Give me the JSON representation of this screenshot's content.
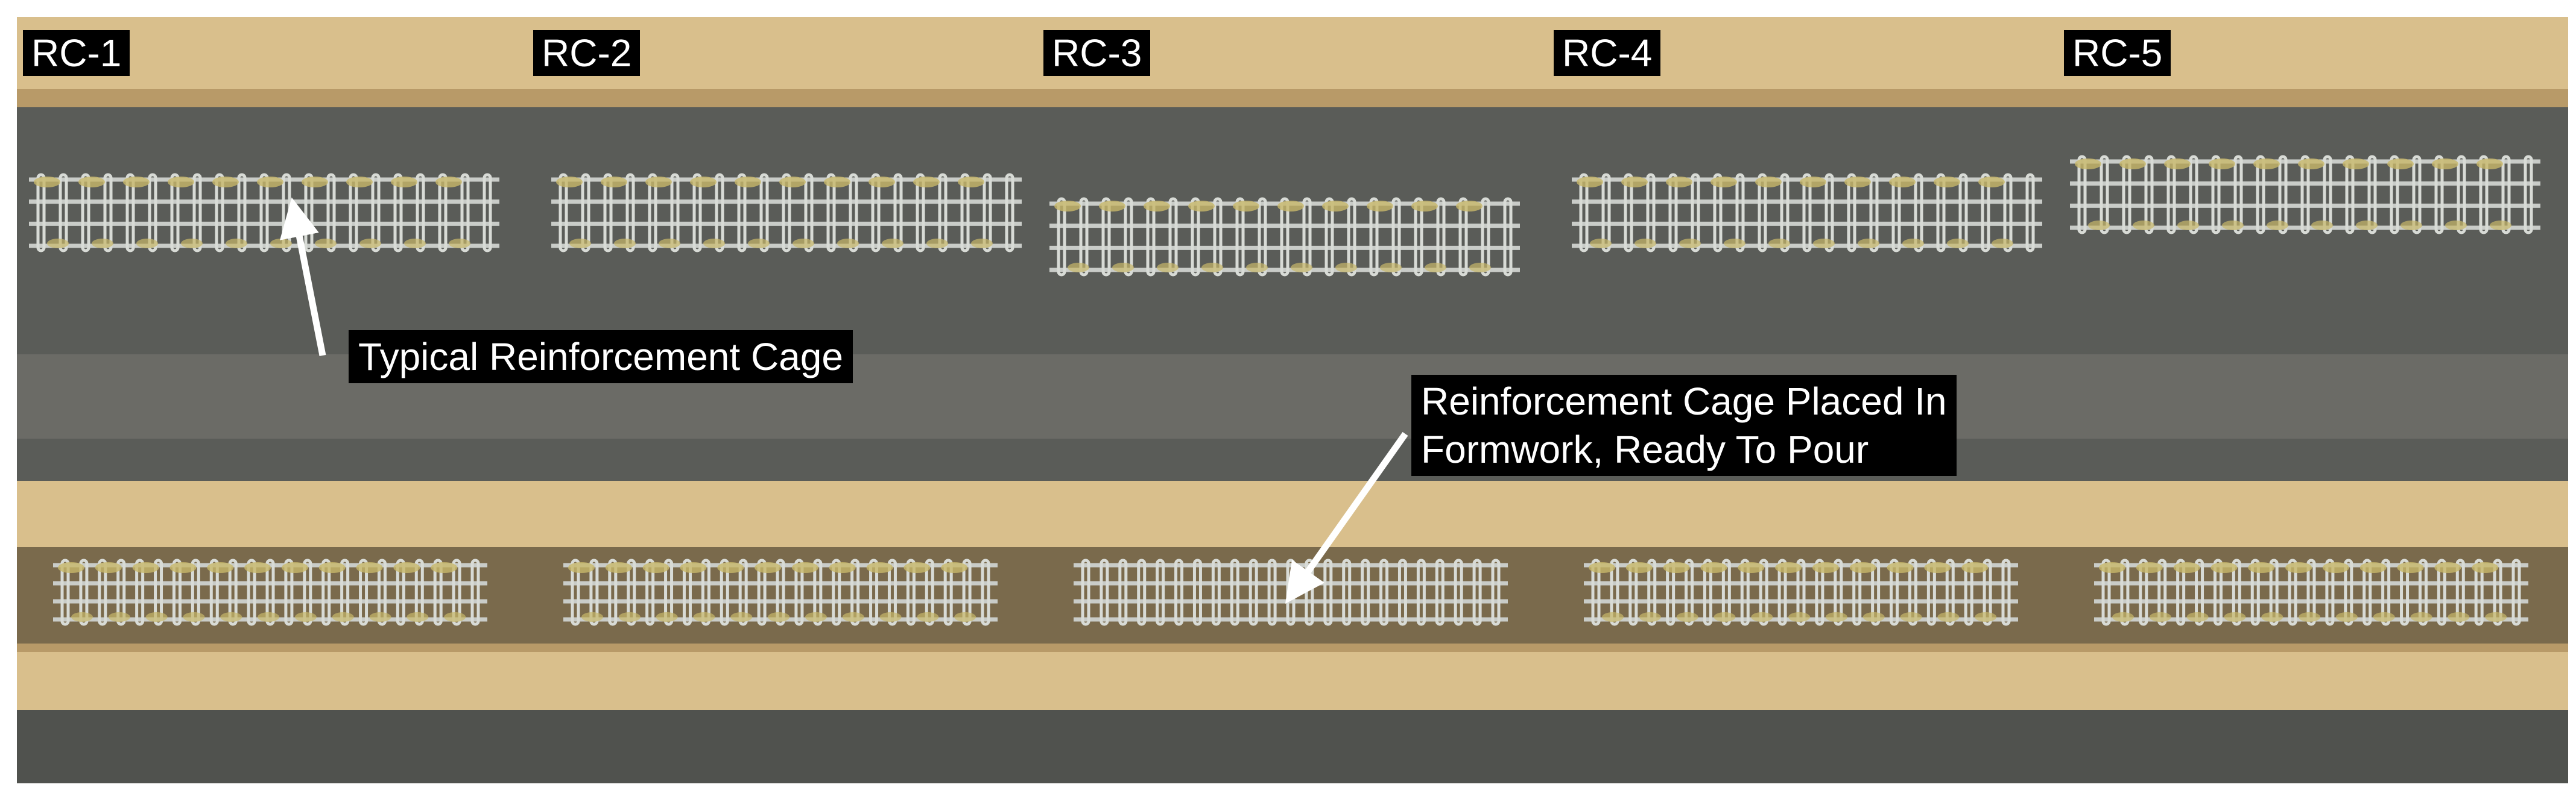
{
  "panels": [
    {
      "label": "RC-1"
    },
    {
      "label": "RC-2"
    },
    {
      "label": "RC-3"
    },
    {
      "label": "RC-4"
    },
    {
      "label": "RC-5"
    }
  ],
  "callouts": {
    "typical_cage": "Typical Reinforcement Cage",
    "placed_cage": "Reinforcement Cage Placed In\nFormwork, Ready To Pour"
  },
  "colors": {
    "wood": "#d9bf8c",
    "wood_dark": "#b89a68",
    "concrete_floor": "#5a5c58",
    "steel": "#c9ccc8",
    "grout": "#c8b86a",
    "label_bg": "#000000",
    "label_text": "#ffffff",
    "arrow": "#ffffff"
  },
  "icons": [
    "panel-photo",
    "arrow-pointer"
  ]
}
